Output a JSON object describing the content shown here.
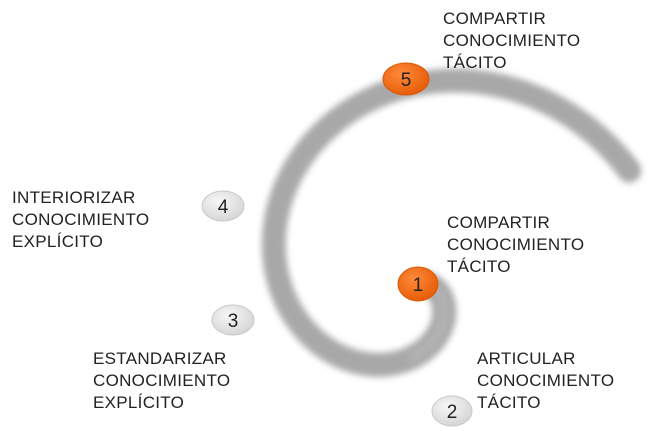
{
  "accent_color": "#f26a10",
  "node_color": "#e9e9e9",
  "spiral_color": "#9a9a9a",
  "steps": [
    {
      "number": "1",
      "line1": "COMPARTIR",
      "line2": "CONOCIMIENTO",
      "line3": "TÁCITO",
      "highlighted": true
    },
    {
      "number": "2",
      "line1": "ARTICULAR",
      "line2": "CONOCIMIENTO",
      "line3": "TÁCITO",
      "highlighted": false
    },
    {
      "number": "3",
      "line1": "ESTANDARIZAR",
      "line2": "CONOCIMIENTO",
      "line3": "EXPLÍCITO",
      "highlighted": false
    },
    {
      "number": "4",
      "line1": "INTERIORIZAR",
      "line2": "CONOCIMIENTO",
      "line3": "EXPLÍCITO",
      "highlighted": false
    },
    {
      "number": "5",
      "line1": "COMPARTIR",
      "line2": "CONOCIMIENTO",
      "line3": "TÁCITO",
      "highlighted": true
    }
  ]
}
